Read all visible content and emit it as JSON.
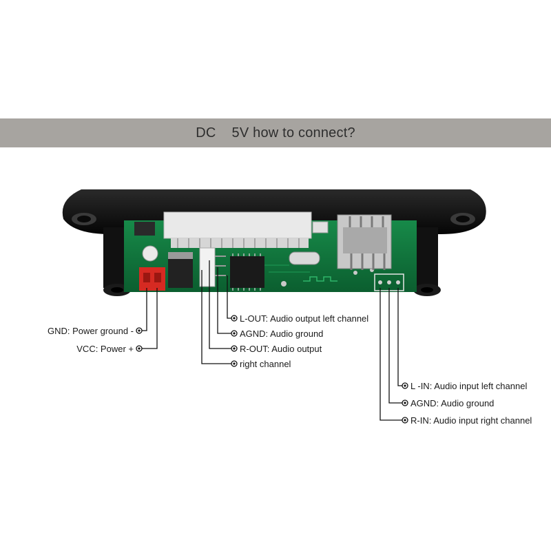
{
  "banner": {
    "title": "DC    5V how to connect?"
  },
  "labels": {
    "gnd": "GND: Power ground -",
    "vcc": "VCC: Power +",
    "lout": "L-OUT: Audio output left channel",
    "agnd_out": "AGND: Audio ground",
    "rout": "R-OUT: Audio output",
    "rout_cont": "right channel",
    "lin": "L -IN: Audio input left channel",
    "agnd_in": "AGND: Audio ground",
    "rin": "R-IN: Audio input right channel"
  },
  "colors": {
    "banner": "#a7a4a0",
    "pcb": "#0f7a3e",
    "panel": "#141414",
    "connector": "#d62a22"
  }
}
